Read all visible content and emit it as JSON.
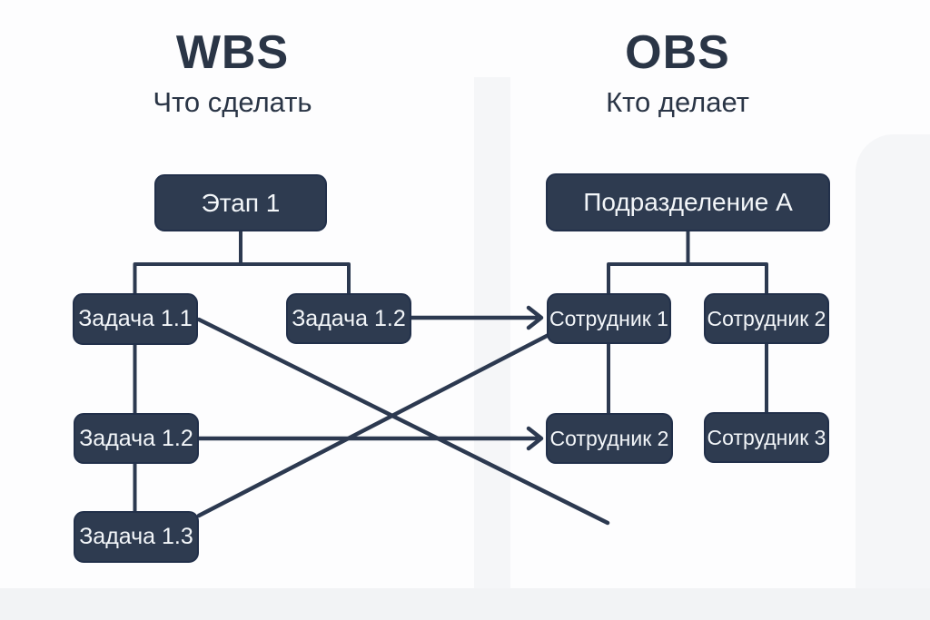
{
  "titles": {
    "left": {
      "heading": "WBS",
      "subheading": "Что сделать"
    },
    "right": {
      "heading": "OBS",
      "subheading": "Кто делает"
    }
  },
  "nodes": {
    "wbs_stage1": "Этап 1",
    "wbs_task11": "Задача 1.1",
    "wbs_task12_top": "Задача 1.2",
    "wbs_task12": "Задача 1.2",
    "wbs_task13": "Задача 1.3",
    "obs_division": "Подразделение А",
    "obs_emp1": "Сотрудник 1",
    "obs_emp2_top": "Сотрудник 2",
    "obs_emp2": "Сотрудник 2",
    "obs_emp3": "Сотрудник 3"
  },
  "diagram": {
    "wbs_tree": {
      "root": "Этап 1",
      "children_of_root": [
        "Задача 1.1",
        "Задача 1.2"
      ],
      "chain_under_task11": [
        "Задача 1.2",
        "Задача 1.3"
      ]
    },
    "obs_tree": {
      "root": "Подразделение А",
      "children_of_root": [
        "Сотрудник 1",
        "Сотрудник 2"
      ],
      "under_emp1": [
        "Сотрудник 2"
      ],
      "under_emp2": [
        "Сотрудник 3"
      ]
    },
    "cross_links": [
      {
        "from": "Задача 1.2 (верхняя)",
        "to": "Сотрудник 1",
        "style": "arrow"
      },
      {
        "from": "Задача 1.2 (нижняя)",
        "to": "Сотрудник 2",
        "style": "arrow"
      },
      {
        "from": "Задача 1.1",
        "to": "",
        "style": "line-open-end"
      },
      {
        "from": "Задача 1.3",
        "to": "Сотрудник 1",
        "style": "line"
      }
    ]
  },
  "colors": {
    "node_fill": "#2e3b50",
    "node_border": "#22304a",
    "node_text": "#f3f6f9",
    "connector": "#2c3950",
    "title_text": "#2a3546",
    "background": "#fdfdfe",
    "background_shade": "#f2f3f5"
  }
}
